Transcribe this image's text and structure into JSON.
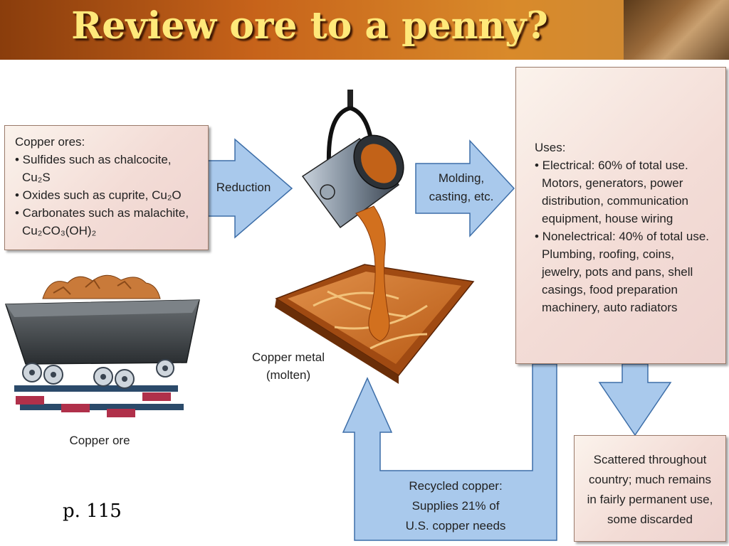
{
  "slide": {
    "title": "Review ore to a penny?",
    "page_ref": "p. 115"
  },
  "ores_box": {
    "heading": "Copper ores:",
    "items": [
      "• Sulfides such as chalcocite, Cu₂S",
      "• Oxides such as cuprite, Cu₂O",
      "• Carbonates such as malachite, Cu₂CO₃(OH)₂"
    ]
  },
  "arrows": {
    "reduction": "Reduction",
    "molding_line1": "Molding,",
    "molding_line2": "casting, etc."
  },
  "labels": {
    "copper_ore": "Copper ore",
    "copper_metal_line1": "Copper metal",
    "copper_metal_line2": "(molten)"
  },
  "uses_box": {
    "heading": "Uses:",
    "items": [
      "• Electrical: 60% of total use. Motors, generators, power distribution, communication equipment, house wiring",
      "• Nonelectrical: 40% of total use. Plumbing, roofing, coins, jewelry, pots and pans, shell casings, food preparation machinery, auto radiators"
    ],
    "icons": [
      "motor-coil-icon",
      "wire-spool-icon",
      "circuit-board-icon"
    ]
  },
  "recycled": {
    "line1": "Recycled copper:",
    "line2": "Supplies 21% of",
    "line3": "U.S. copper needs"
  },
  "scattered": {
    "line1": "Scattered throughout",
    "line2": "country; much remains",
    "line3": "in fairly permanent use,",
    "line4": "some discarded"
  },
  "colors": {
    "arrow_fill": "#a9c9ec",
    "arrow_stroke": "#3d6ea8",
    "molten_copper": "#d2701e",
    "title_text": "#ffe97a"
  }
}
